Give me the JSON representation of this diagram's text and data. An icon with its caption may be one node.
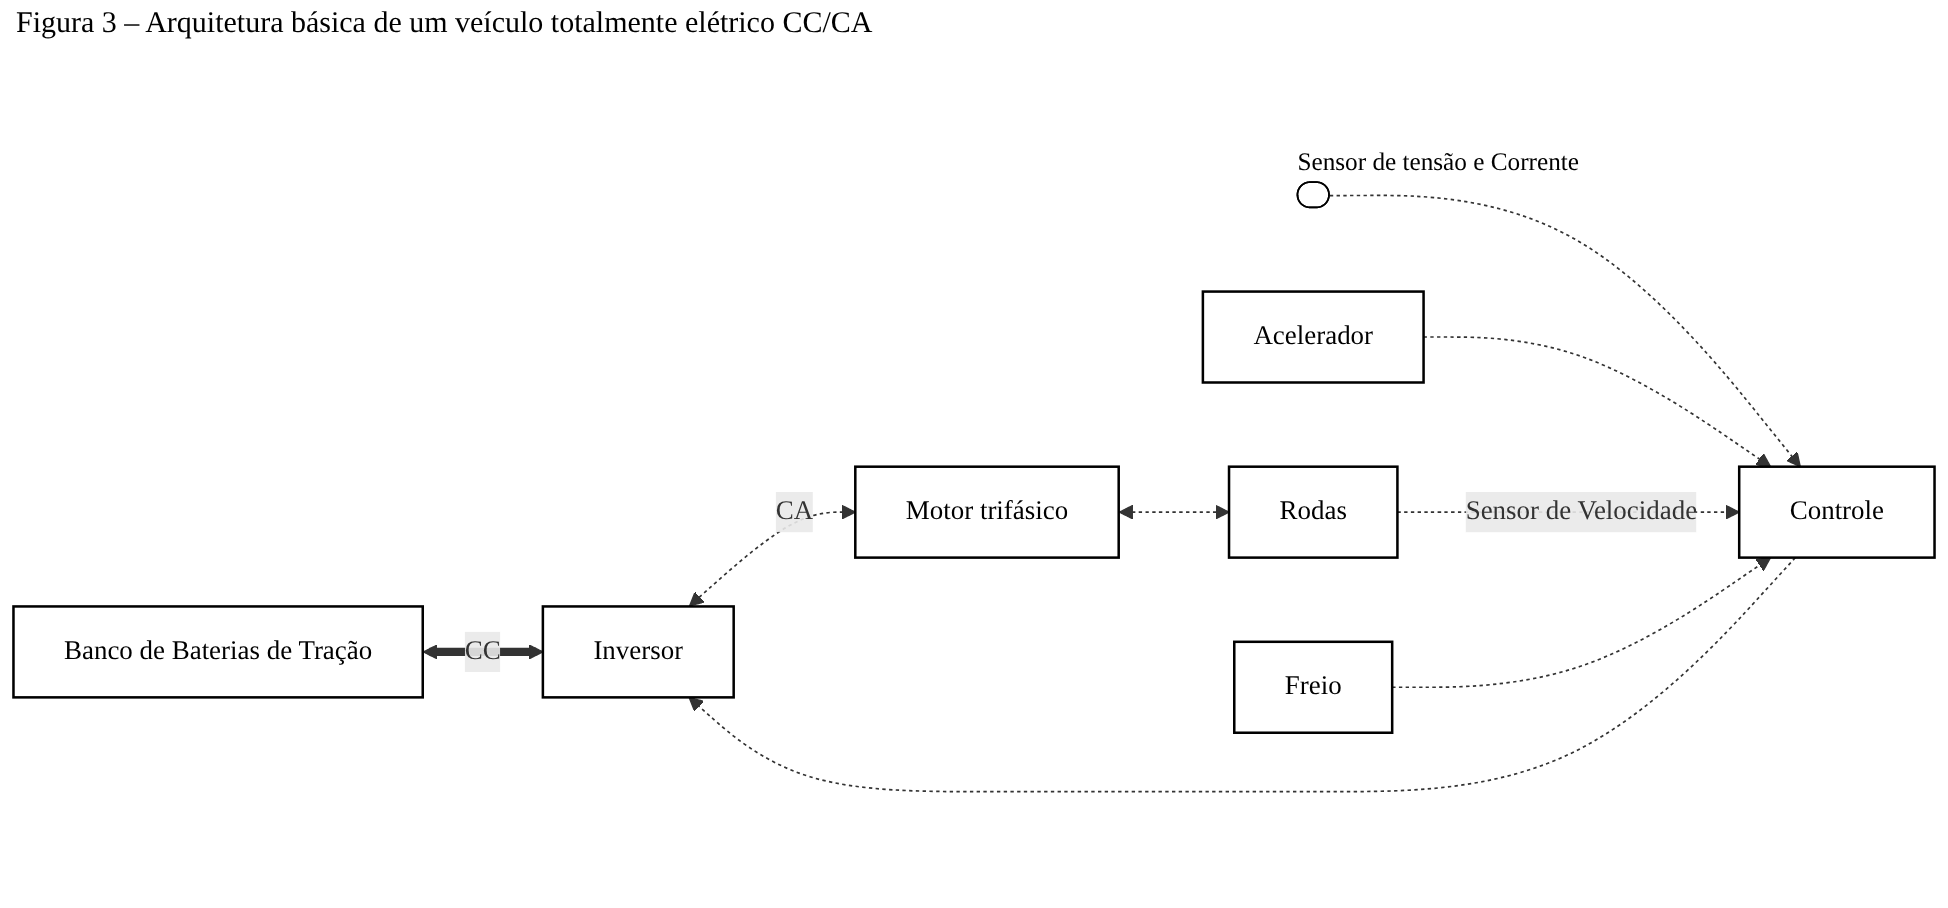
{
  "diagram": {
    "title": "Figura 3 – Arquitetura básica de um veículo totalmente elétrico CC/CA",
    "nodes": [
      {
        "text": [
          "Banco de Baterias de Tração"
        ]
      },
      {
        "text": [
          "Inversor"
        ]
      },
      {
        "text": [
          "Motor trifásico"
        ]
      },
      {
        "text": [],
        "shape": "ellipse",
        "beside": [
          "Sensor de tensão e Corrente"
        ]
      },
      {
        "text": [
          "Acelerador"
        ]
      },
      {
        "text": [
          "Controle"
        ]
      },
      {
        "text": [
          "Rodas"
        ]
      },
      {
        "text": [
          "Freio"
        ]
      }
    ],
    "edges": [
      {
        "from": 0,
        "to": 1,
        "arrow": "both",
        "label": "CC",
        "style": "thick"
      },
      {
        "from": 1,
        "to": 2,
        "arrow": "both",
        "label": "CA",
        "style": "dashed"
      },
      {
        "from": 2,
        "to": 6,
        "arrow": "both",
        "style": "dashed"
      },
      {
        "from": 5,
        "to": 1,
        "arrow": "to",
        "style": "dashed"
      },
      {
        "from": 3,
        "to": 5,
        "arrow": "to",
        "style": "dashed"
      },
      {
        "from": 4,
        "to": 5,
        "arrow": "to",
        "style": "dashed"
      },
      {
        "from": 6,
        "to": 5,
        "arrow": "to",
        "label": "Sensor de Velocidade",
        "style": "dashed"
      },
      {
        "from": 7,
        "to": 5,
        "arrow": "to",
        "style": "dashed"
      }
    ]
  }
}
